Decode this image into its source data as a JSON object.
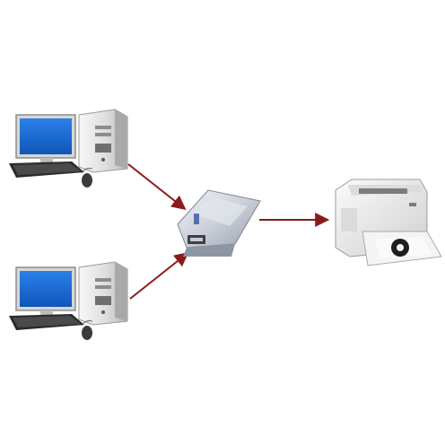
{
  "diagram": {
    "nodes": [
      {
        "id": "computer-1",
        "kind": "desktop-computer"
      },
      {
        "id": "computer-2",
        "kind": "desktop-computer"
      },
      {
        "id": "usb-switch",
        "kind": "usb-sharing-switch"
      },
      {
        "id": "printer",
        "kind": "laser-printer"
      }
    ],
    "edges": [
      {
        "from": "computer-1",
        "to": "usb-switch"
      },
      {
        "from": "computer-2",
        "to": "usb-switch"
      },
      {
        "from": "usb-switch",
        "to": "printer"
      }
    ],
    "colors": {
      "arrow": "#8b1a1a",
      "monitor_screen": "#1f6fd8",
      "monitor_frame": "#d8d8d8",
      "tower_body": "#e6e6e6",
      "keyboard": "#2c2c2c",
      "switch_body": "#c7ccd6",
      "printer_body": "#eeeeee"
    }
  }
}
